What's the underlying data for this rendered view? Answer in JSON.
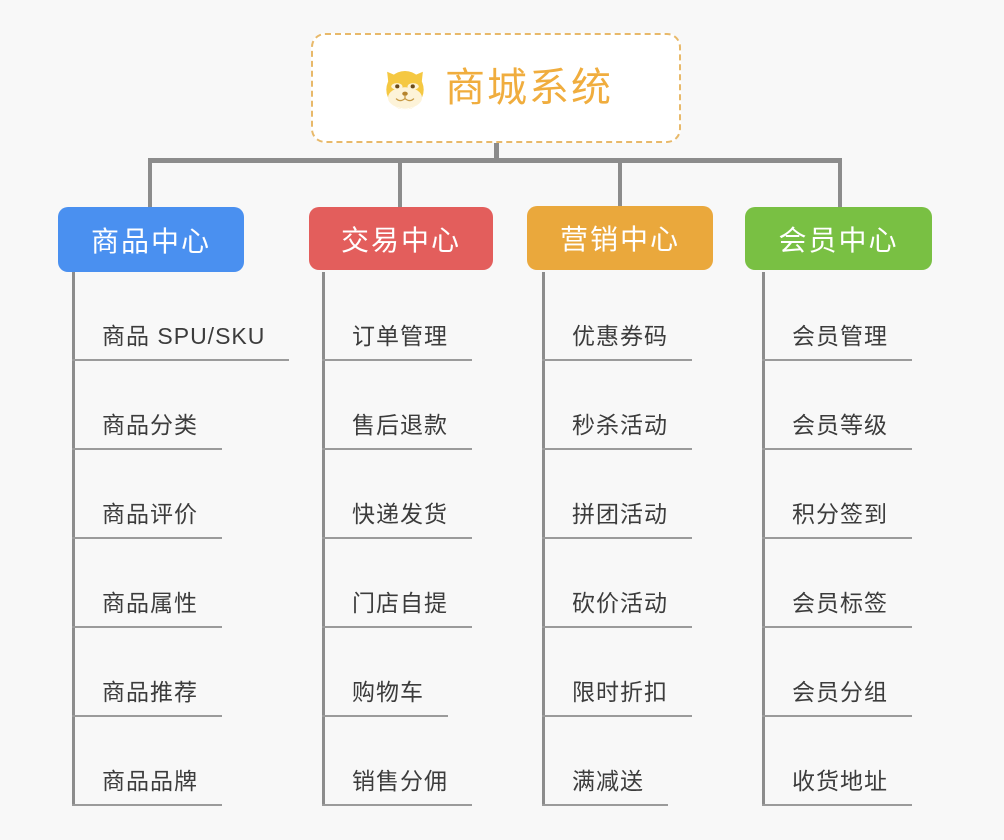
{
  "diagram": {
    "title": "商城系统",
    "root_icon": "shiba-dog-face-icon",
    "background_color": "#f8f8f8",
    "root": {
      "label": "商城系统",
      "text_color": "#f0ad3e",
      "border_color": "#e8b96a",
      "background_color": "#ffffff",
      "border_style": "dashed"
    },
    "connector_color": "#8c8c8c",
    "leaf_text_color": "#3c3c3c",
    "leaf_underline_color": "#9b9b9b",
    "columns": [
      {
        "label": "商品中心",
        "color": "#4a90f0",
        "items": [
          {
            "label": "商品 SPU/SKU"
          },
          {
            "label": "商品分类"
          },
          {
            "label": "商品评价"
          },
          {
            "label": "商品属性"
          },
          {
            "label": "商品推荐"
          },
          {
            "label": "商品品牌"
          }
        ]
      },
      {
        "label": "交易中心",
        "color": "#e35e5c",
        "items": [
          {
            "label": "订单管理"
          },
          {
            "label": "售后退款"
          },
          {
            "label": "快递发货"
          },
          {
            "label": "门店自提"
          },
          {
            "label": "购物车"
          },
          {
            "label": "销售分佣"
          }
        ]
      },
      {
        "label": "营销中心",
        "color": "#eaa83c",
        "items": [
          {
            "label": "优惠券码"
          },
          {
            "label": "秒杀活动"
          },
          {
            "label": "拼团活动"
          },
          {
            "label": "砍价活动"
          },
          {
            "label": "限时折扣"
          },
          {
            "label": "满减送"
          }
        ]
      },
      {
        "label": "会员中心",
        "color": "#79c043",
        "items": [
          {
            "label": "会员管理"
          },
          {
            "label": "会员等级"
          },
          {
            "label": "积分签到"
          },
          {
            "label": "会员标签"
          },
          {
            "label": "会员分组"
          },
          {
            "label": "收货地址"
          }
        ]
      }
    ]
  }
}
